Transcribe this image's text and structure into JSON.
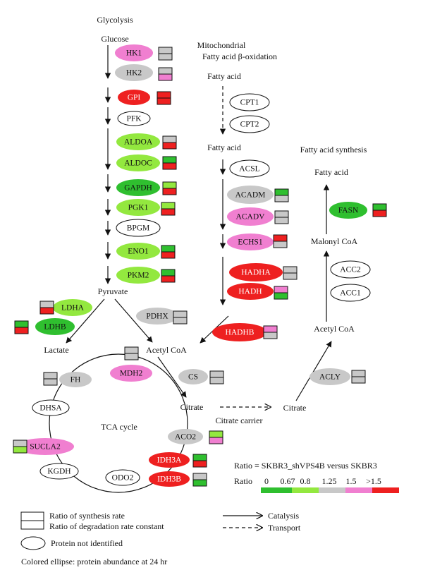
{
  "colors": {
    "green": "#2fbf2f",
    "lightgreen": "#93e83f",
    "grey": "#c8c8c8",
    "pink": "#f07fd0",
    "red": "#ee2020",
    "white": "#ffffff"
  },
  "sections": {
    "glycolysis": "Glycolysis",
    "glucose": "Glucose",
    "mito_line1": "Mitochondrial",
    "mito_line2": "Fatty acid β-oxidation",
    "fa_top": "Fatty acid",
    "fa_mid": "Fatty acid",
    "fas_title": "Fatty acid synthesis",
    "fa_right": "Fatty acid",
    "malonyl": "Malonyl CoA",
    "acetyl_right": "Acetyl CoA",
    "pyruvate": "Pyruvate",
    "lactate": "Lactate",
    "acetyl_mid": "Acetyl CoA",
    "citrate_left": "Citrate",
    "citrate_right": "Citrate",
    "citrate_carrier": "Citrate carrier",
    "tca": "TCA cycle"
  },
  "enzymes": [
    {
      "id": "HK1",
      "label": "HK1",
      "fill": "pink",
      "top": "grey",
      "bottom": "grey"
    },
    {
      "id": "HK2",
      "label": "HK2",
      "fill": "grey",
      "top": "grey",
      "bottom": "pink"
    },
    {
      "id": "GPI",
      "label": "GPI",
      "fill": "red",
      "top": "red",
      "bottom": "red"
    },
    {
      "id": "PFK",
      "label": "PFK",
      "fill": "white",
      "top": null,
      "bottom": null
    },
    {
      "id": "ALDOA",
      "label": "ALDOA",
      "fill": "lightgreen",
      "top": "grey",
      "bottom": "red"
    },
    {
      "id": "ALDOC",
      "label": "ALDOC",
      "fill": "lightgreen",
      "top": "green",
      "bottom": "red"
    },
    {
      "id": "GAPDH",
      "label": "GAPDH",
      "fill": "green",
      "top": "lightgreen",
      "bottom": "red"
    },
    {
      "id": "PGK1",
      "label": "PGK1",
      "fill": "lightgreen",
      "top": "lightgreen",
      "bottom": "red"
    },
    {
      "id": "BPGM",
      "label": "BPGM",
      "fill": "white",
      "top": null,
      "bottom": null
    },
    {
      "id": "ENO1",
      "label": "ENO1",
      "fill": "lightgreen",
      "top": "green",
      "bottom": "red"
    },
    {
      "id": "PKM2",
      "label": "PKM2",
      "fill": "lightgreen",
      "top": "green",
      "bottom": "red"
    },
    {
      "id": "LDHA",
      "label": "LDHA",
      "fill": "lightgreen",
      "top": "grey",
      "bottom": "red"
    },
    {
      "id": "LDHB",
      "label": "LDHB",
      "fill": "green",
      "top": "green",
      "bottom": "red"
    },
    {
      "id": "PDHX",
      "label": "PDHX",
      "fill": "grey",
      "top": "grey",
      "bottom": "grey"
    },
    {
      "id": "CPT1",
      "label": "CPT1",
      "fill": "white",
      "top": null,
      "bottom": null
    },
    {
      "id": "CPT2",
      "label": "CPT2",
      "fill": "white",
      "top": null,
      "bottom": null
    },
    {
      "id": "ACSL",
      "label": "ACSL",
      "fill": "white",
      "top": null,
      "bottom": null
    },
    {
      "id": "ACADM",
      "label": "ACADM",
      "fill": "grey",
      "top": "green",
      "bottom": "grey"
    },
    {
      "id": "ACADV",
      "label": "ACADV",
      "fill": "pink",
      "top": "grey",
      "bottom": "grey"
    },
    {
      "id": "ECHS1",
      "label": "ECHS1",
      "fill": "pink",
      "top": "red",
      "bottom": "grey"
    },
    {
      "id": "HADHA",
      "label": "HADHA",
      "fill": "red",
      "top": "grey",
      "bottom": "grey"
    },
    {
      "id": "HADH",
      "label": "HADH",
      "fill": "red",
      "top": "pink",
      "bottom": "green"
    },
    {
      "id": "HADHB",
      "label": "HADHB",
      "fill": "red",
      "top": "pink",
      "bottom": "grey"
    },
    {
      "id": "FASN",
      "label": "FASN",
      "fill": "green",
      "top": "green",
      "bottom": "red"
    },
    {
      "id": "ACC2",
      "label": "ACC2",
      "fill": "white",
      "top": null,
      "bottom": null
    },
    {
      "id": "ACC1",
      "label": "ACC1",
      "fill": "white",
      "top": null,
      "bottom": null
    },
    {
      "id": "ACLY",
      "label": "ACLY",
      "fill": "grey",
      "top": "grey",
      "bottom": "grey"
    },
    {
      "id": "FH",
      "label": "FH",
      "fill": "grey",
      "top": "grey",
      "bottom": "grey"
    },
    {
      "id": "MDH2",
      "label": "MDH2",
      "fill": "pink",
      "top": "grey",
      "bottom": "grey"
    },
    {
      "id": "CS",
      "label": "CS",
      "fill": "grey",
      "top": "grey",
      "bottom": "grey"
    },
    {
      "id": "DHSA",
      "label": "DHSA",
      "fill": "white",
      "top": null,
      "bottom": null
    },
    {
      "id": "ACO2",
      "label": "ACO2",
      "fill": "grey",
      "top": "lightgreen",
      "bottom": "pink"
    },
    {
      "id": "SUCLA2",
      "label": "SUCLA2",
      "fill": "pink",
      "top": "grey",
      "bottom": "lightgreen"
    },
    {
      "id": "IDH3A",
      "label": "IDH3A",
      "fill": "red",
      "top": "green",
      "bottom": "red"
    },
    {
      "id": "IDH3B",
      "label": "IDH3B",
      "fill": "red",
      "top": "grey",
      "bottom": "green"
    },
    {
      "id": "KGDH",
      "label": "KGDH",
      "fill": "white",
      "top": null,
      "bottom": null
    },
    {
      "id": "ODO2",
      "label": "ODO2",
      "fill": "white",
      "top": null,
      "bottom": null
    }
  ],
  "ratio_legend": {
    "title": "Ratio = SKBR3_shVPS4B versus SKBR3",
    "label": "Ratio",
    "ticks": [
      "0",
      "0.67",
      "0.8",
      "1.25",
      "1.5",
      ">1.5"
    ],
    "segments": [
      "green",
      "lightgreen",
      "grey",
      "pink",
      "red"
    ]
  },
  "legend": {
    "synthesis": "Ratio of synthesis rate",
    "degradation": "Ratio of degradation rate constant",
    "not_identified": "Protein not identified",
    "colored": "Colored ellipse: protein abundance at 24 hr",
    "catalysis": "Catalysis",
    "transport": "Transport"
  }
}
